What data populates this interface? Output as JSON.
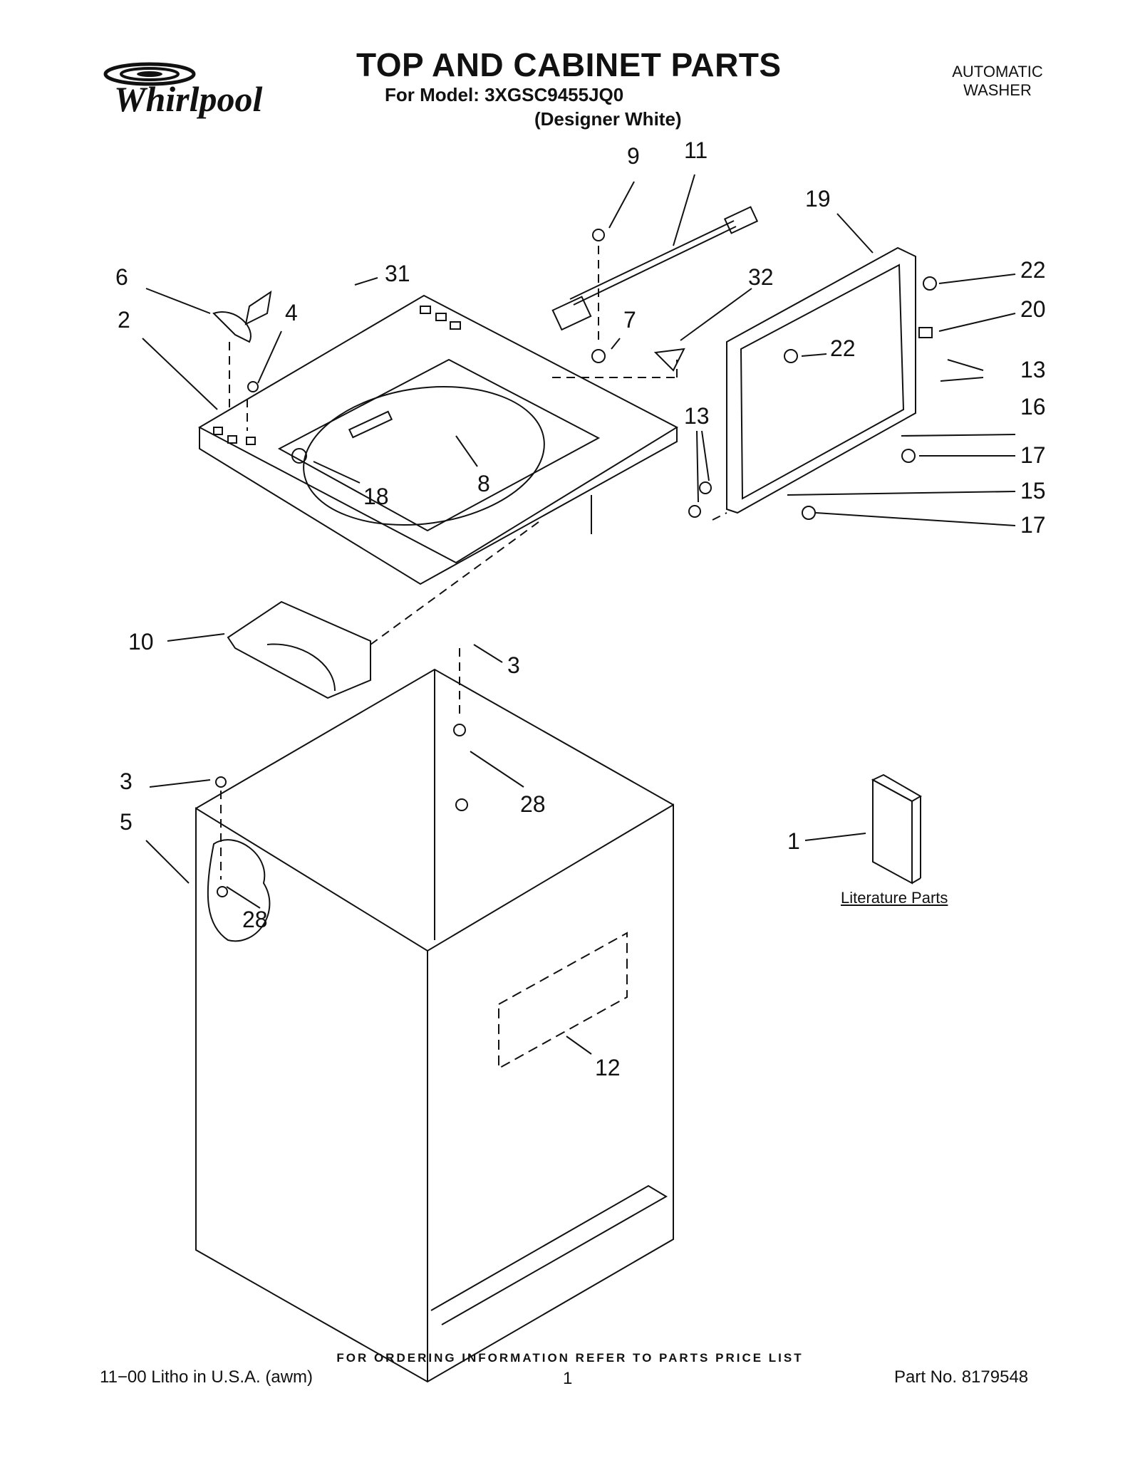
{
  "header": {
    "brand": "Whirlpool",
    "title": "TOP AND CABINET PARTS",
    "model_line": "For Model: 3XGSC9455JQ0",
    "variant_line": "(Designer White)",
    "appliance_line1": "AUTOMATIC",
    "appliance_line2": "WASHER"
  },
  "callouts": [
    "9",
    "11",
    "19",
    "6",
    "31",
    "32",
    "22",
    "20",
    "2",
    "4",
    "7",
    "22",
    "13",
    "13",
    "16",
    "17",
    "8",
    "18",
    "15",
    "17",
    "10",
    "3",
    "3",
    "28",
    "5",
    "28",
    "1",
    "12"
  ],
  "literature_label": "Literature Parts",
  "footer": {
    "note": "FOR ORDERING INFORMATION REFER TO PARTS PRICE LIST",
    "litho": "11−00 Litho in U.S.A. (awm)",
    "page": "1",
    "part_no": "Part No. 8179548"
  }
}
